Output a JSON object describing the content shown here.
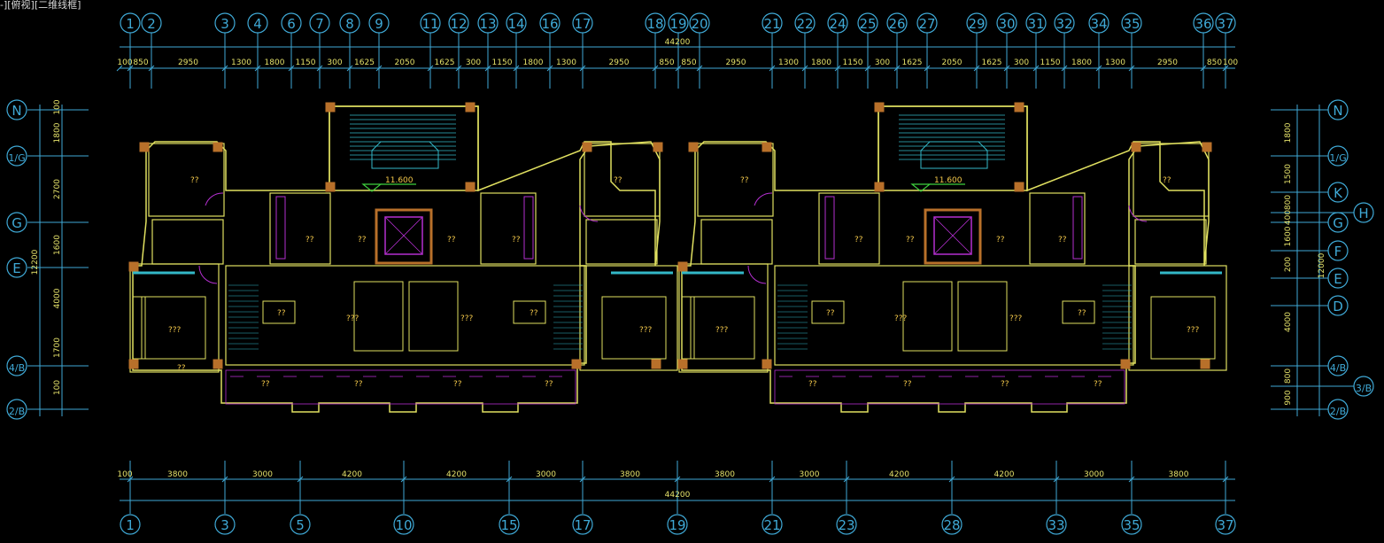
{
  "viewport_label": "-][俯视][二维线框]",
  "colors": {
    "grid": "#3fa9d6",
    "wall": "#e0e060",
    "cyan": "#33b8c8",
    "magenta": "#b42fd0",
    "orange": "#b8702a",
    "green": "#3dcf3d",
    "text": "#f3c84a",
    "bg": "#000000"
  },
  "top_axes": [
    "1",
    "2",
    "3",
    "4",
    "6",
    "7",
    "8",
    "9",
    "11",
    "12",
    "13",
    "14",
    "16",
    "17",
    "18",
    "19",
    "20",
    "21",
    "22",
    "24",
    "25",
    "26",
    "27",
    "29",
    "30",
    "31",
    "32",
    "34",
    "35",
    "36",
    "37"
  ],
  "top_dims": [
    "100",
    "850",
    "2950",
    "1300",
    "1800",
    "1150",
    "300",
    "1625",
    "2050",
    "1625",
    "300",
    "1150",
    "1800",
    "1300",
    "2950",
    "850",
    "850",
    "2950",
    "1300",
    "1800",
    "1150",
    "300",
    "1625",
    "2050",
    "1625",
    "300",
    "1150",
    "1800",
    "1300",
    "2950",
    "850",
    "100"
  ],
  "top_total": "44200",
  "bottom_axes": [
    "1",
    "3",
    "5",
    "10",
    "15",
    "17",
    "19",
    "21",
    "23",
    "28",
    "33",
    "35",
    "37"
  ],
  "bottom_dims": [
    "100",
    "3800",
    "3000",
    "4200",
    "4200",
    "3000",
    "3800",
    "3800",
    "3000",
    "4200",
    "4200",
    "3000",
    "3800"
  ],
  "bottom_total": "44200",
  "left_axes": [
    "N",
    "1/G",
    "G",
    "E",
    "4/B",
    "2/B"
  ],
  "left_dims": [
    "100",
    "1800",
    "2700",
    "1600",
    "4000",
    "1700",
    "100"
  ],
  "left_total": "12200",
  "right_axes": [
    "N",
    "1/G",
    "K",
    "H",
    "G",
    "F",
    "E",
    "D",
    "4/B",
    "3/B",
    "2/B"
  ],
  "right_dims": [
    "1800",
    "1500",
    "800",
    "400",
    "1600",
    "200",
    "4000",
    "800",
    "900"
  ],
  "right_total": "12000",
  "elevation_label": "11.600",
  "room_labels": [
    "??",
    "???"
  ]
}
